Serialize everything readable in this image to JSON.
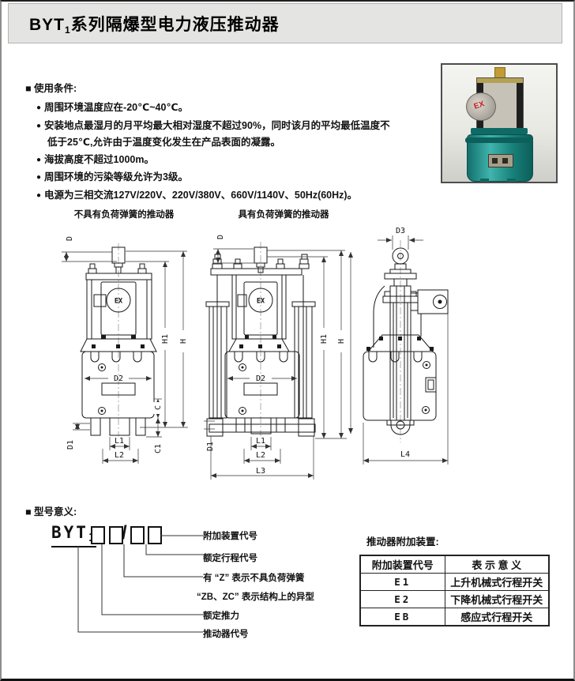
{
  "page": {
    "title": {
      "prefix": "BYT",
      "sub": "1",
      "suffix": "系列隔爆型电力液压推动器"
    }
  },
  "conditions": {
    "heading": "■ 使用条件:",
    "bullet": "●",
    "items": [
      "周围环境温度应在-20℃~40℃。",
      "安装地点最湿月的月平均最大相对湿度不超过90%，同时该月的平均最低温度不低于25℃,允许由于温度变化发生在产品表面的凝露。",
      "海拔高度不超过1000m。",
      "周围环境的污染等级允许为3级。",
      "电源为三相交流127V/220V、220V/380V、660V/1140V、50Hz(60Hz)。"
    ]
  },
  "photo": {
    "badge": "EX"
  },
  "drawings": {
    "captions": {
      "left": "不具有负荷弹簧的推动器",
      "middle": "具有负荷弹簧的推动器"
    },
    "dims": {
      "d": "D",
      "d1": "D1",
      "d2": "D2",
      "d3": "D3",
      "c": "C",
      "c1": "C1",
      "h": "H",
      "h1": "H1",
      "l1": "L1",
      "l2": "L2",
      "l3": "L3",
      "l4": "L4",
      "ex": "EX"
    }
  },
  "model": {
    "heading": "■ 型号意义:",
    "code": "BYT",
    "code_sub": "1",
    "slash": "/",
    "labels": {
      "accessory": "附加装置代号",
      "stroke": "额定行程代号",
      "z_note": "有 “Z” 表示不具负荷弹簧",
      "zbzc_note": "“ZB、ZC” 表示结构上的异型",
      "force": "额定推力",
      "code_label": "推动器代号"
    }
  },
  "accessories": {
    "title": "推动器附加装置:",
    "headers": [
      "附加装置代号",
      "表 示 意 义"
    ],
    "rows": [
      {
        "code": "E1",
        "meaning": "上升机械式行程开关"
      },
      {
        "code": "E2",
        "meaning": "下降机械式行程开关"
      },
      {
        "code": "EB",
        "meaning": "感应式行程开关"
      }
    ]
  }
}
